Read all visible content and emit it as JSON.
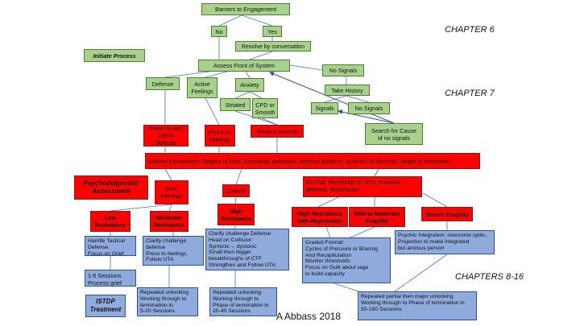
{
  "chapters": {
    "ch6": "CHAPTER 6",
    "ch7": "CHAPTER 7",
    "ch8_16": "CHAPTERS 8-16"
  },
  "author_credit": "A Abbass 2018",
  "sections": {
    "initiate_process": "Initiate Process",
    "psychodiagnostic": "Psychodiagnostic\nAssessment",
    "istdp_treatment": "ISTDP\nTreatment"
  },
  "nodes": {
    "barriers": "Barriers to Engagement",
    "no": "No",
    "yes": "Yes",
    "resolve": "Resolve by conversation",
    "assess_front": "Assess Front of System",
    "no_signals_top": "No Signals",
    "take_history": "Take History",
    "signals": "Signals",
    "no_signals_mid": "No Signals",
    "search_cause": "Search for Cause\nof no signals",
    "defense": "Defense",
    "active_feelings": "Active\nFeelings",
    "anxiety": "Anxiety",
    "striated": "Striated",
    "cpd_smooth": "CPD or\nSmooth",
    "press_clarify": "Press on and\nClarify Defense",
    "press_feelings": "Press on\nFeelings",
    "reduce_anxiety": "Reduce Anxiety",
    "monitor": "Monitor Parameters: Degree of Rise, Discharge pathways, defense patterns, syntonic vs dystonic, height of thresholds",
    "feel_feelings": "Feel\nFeelings",
    "defend": "Defend",
    "go_flat": "Go Flat: thresholds to CPD, Primitive\ndefense, Repression",
    "low_resistance": "Low\nResistance",
    "moderate_resistance": "Moderate\nResistance",
    "high_resistance": "High\nResistance",
    "high_resistance_repression": "High Resistance\nwith Repression",
    "mild_moderate_fragility": "Mild to Moderate\nFragility",
    "severe_fragility": "Severe Fragility",
    "handle_tactical": "Handle Tactical\nDefense\nFocus on Grief",
    "sessions_1_5": "1-5 Sessions\nProcess grief",
    "clarify_challenge_mod": "Clarify challenge\ndefense\nPress to feelings.\nFollow UTA",
    "repeated_5_20": "Repeated unlocking\nWorking through to\ntermination in\n5-20 Sessions",
    "clarify_challenge_high": "Clarify challenge Defense\nHead on Collision\nSyntonic→ dystonic\nSmall then bigger\n    breakthroughs of CTF\nStrengthen and Follow UTA",
    "repeated_20_40": "Repeated unlocking\nWorking through to\nPhase of termination in\n20-40 Sessions",
    "graded_format": "Graded Format:\nCycles of Pressure or Bracing\nAnd Recapitulation\nMonitor thresholds\nFocus on Guilt about rage\n     to build capacity",
    "psychic_integration": "Psychic Integration: overcome splits,\nProjection to make integrated\nbut anxious person",
    "repeated_50_150": "Repeated partial then major unlocking\nWorking through to Phase of termination in\n50-150 Sessions"
  },
  "colors": {
    "green": "#a9d18e",
    "red": "#ff0000",
    "blue": "#8faadc",
    "line": "#4472c4",
    "arrow": "#2f5597"
  }
}
